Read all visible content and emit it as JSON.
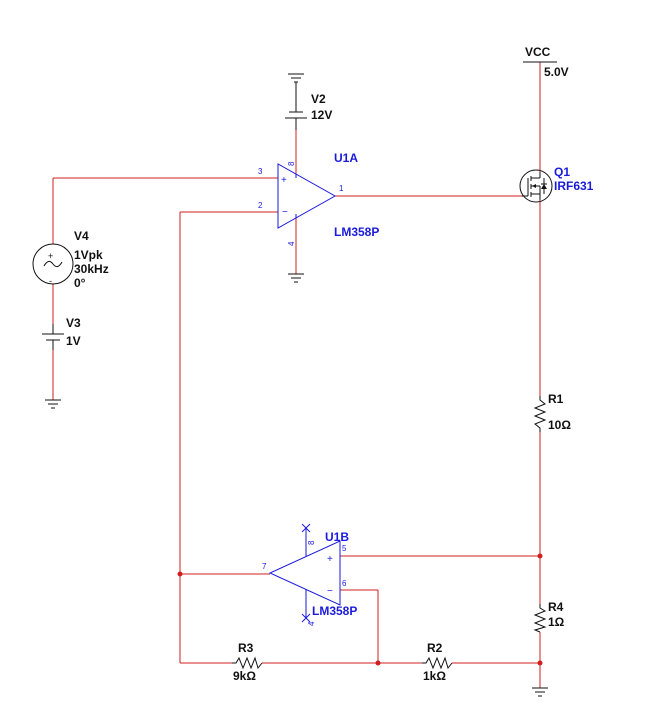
{
  "components": {
    "vcc": {
      "label": "VCC",
      "value": "5.0V"
    },
    "v2": {
      "name": "V2",
      "value": "12V"
    },
    "v3": {
      "name": "V3",
      "value": "1V"
    },
    "v4": {
      "name": "V4",
      "amplitude": "1Vpk",
      "frequency": "30kHz",
      "phase": "0°"
    },
    "u1a": {
      "name": "U1A",
      "part": "LM358P",
      "pins": {
        "noninv": "3",
        "inv": "2",
        "out": "1",
        "vplus": "8",
        "vminus": "4"
      }
    },
    "u1b": {
      "name": "U1B",
      "part": "LM358P",
      "pins": {
        "noninv": "5",
        "inv": "6",
        "out": "7",
        "vplus": "8",
        "vminus": "4"
      }
    },
    "q1": {
      "name": "Q1",
      "part": "IRF631"
    },
    "r1": {
      "name": "R1",
      "value": "10Ω"
    },
    "r2": {
      "name": "R2",
      "value": "1kΩ"
    },
    "r3": {
      "name": "R3",
      "value": "9kΩ"
    },
    "r4": {
      "name": "R4",
      "value": "1Ω"
    }
  },
  "colors": {
    "wire": "#d11f1f",
    "component": "#1a1adc",
    "text": "#111111"
  }
}
